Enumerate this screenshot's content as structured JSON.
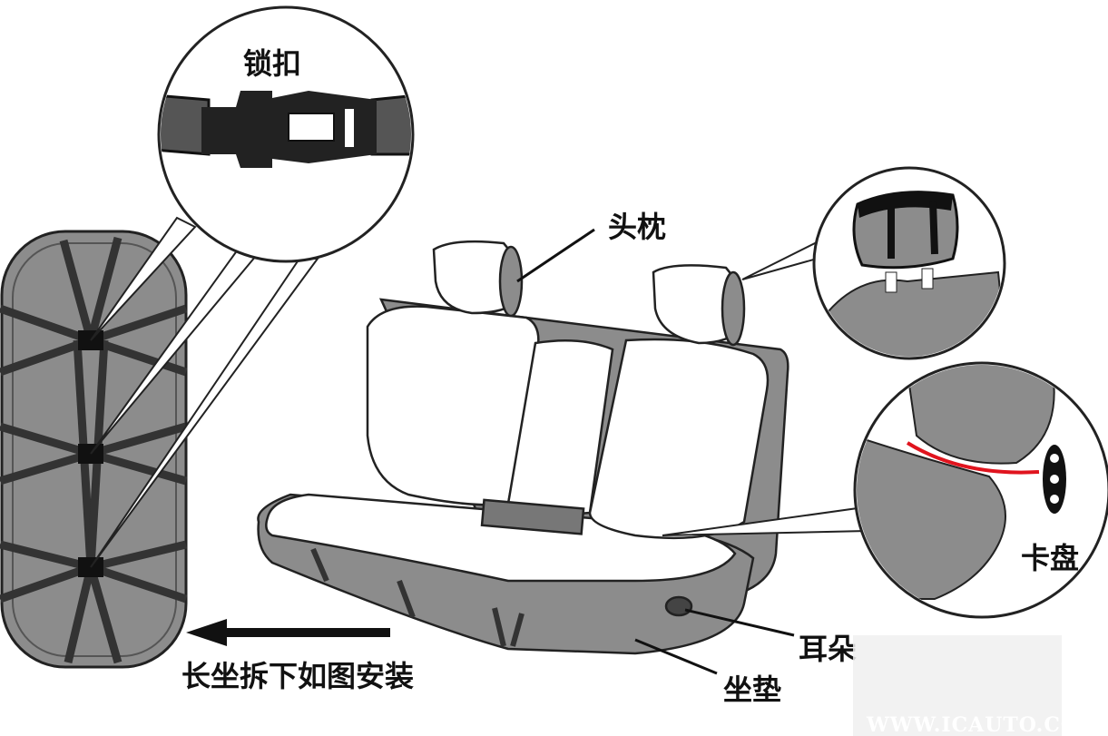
{
  "labels": {
    "buckle": "锁扣",
    "headrest": "头枕",
    "clip": "卡盘",
    "ear": "耳朵",
    "cushion": "坐垫",
    "instruction": "长坐拆下如图安装"
  },
  "watermark": "WWW.ICAUTO.COM",
  "colors": {
    "gray": "#8c8c8c",
    "dark": "#333333",
    "red": "#e0141e"
  }
}
